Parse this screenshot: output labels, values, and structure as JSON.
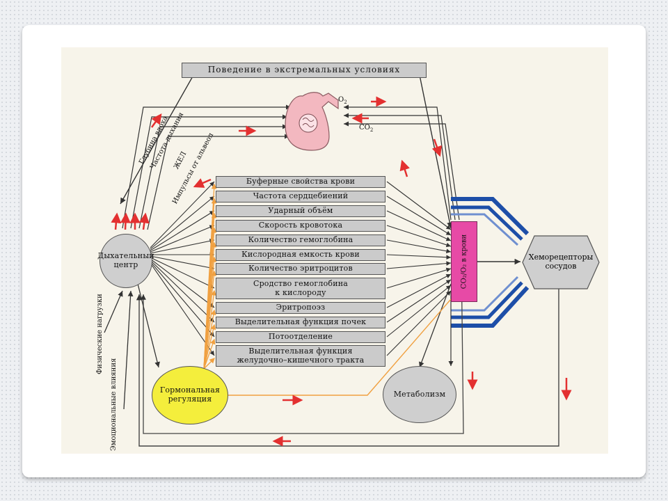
{
  "diagram": {
    "title": "Поведение в экстремальных условиях",
    "o2": "O",
    "o2_sub": "2",
    "co2": "CO",
    "co2_sub": "2",
    "left_labels": [
      "Глубина вдоха",
      "Частота дыхания",
      "ЖЕЛ",
      "Импульсы от альвеол"
    ],
    "center_boxes": [
      "Буферные свойства крови",
      "Частота сердцебиений",
      "Ударный объём",
      "Скорость кровотока",
      "Количество гемоглобина",
      "Кислородная емкость крови",
      "Количество эритроцитов",
      "Сродство гемоглобина к кислороду",
      "Эритропоэз",
      "Выделительная функция почек",
      "Потоотделение",
      "Выделительная функция желудочно–кишечного тракта"
    ],
    "respiratory_center": "Дыхательный центр",
    "hormonal": "Гормональная регуляция",
    "metabolism": "Метаболизм",
    "chemoreceptors": "Хеморецепторы сосудов",
    "blood_gas": "CO₂/O₂ в крови",
    "physical_load": "Физические нагрузки",
    "emotional": "Эмоциональные влияния",
    "colors": {
      "pink": "#e74aa6",
      "yellow": "#f4ee3c",
      "blue": "#1d4ea8",
      "orange": "#f0a040",
      "red": "#e33030",
      "lung": "#f3b8c0"
    }
  }
}
